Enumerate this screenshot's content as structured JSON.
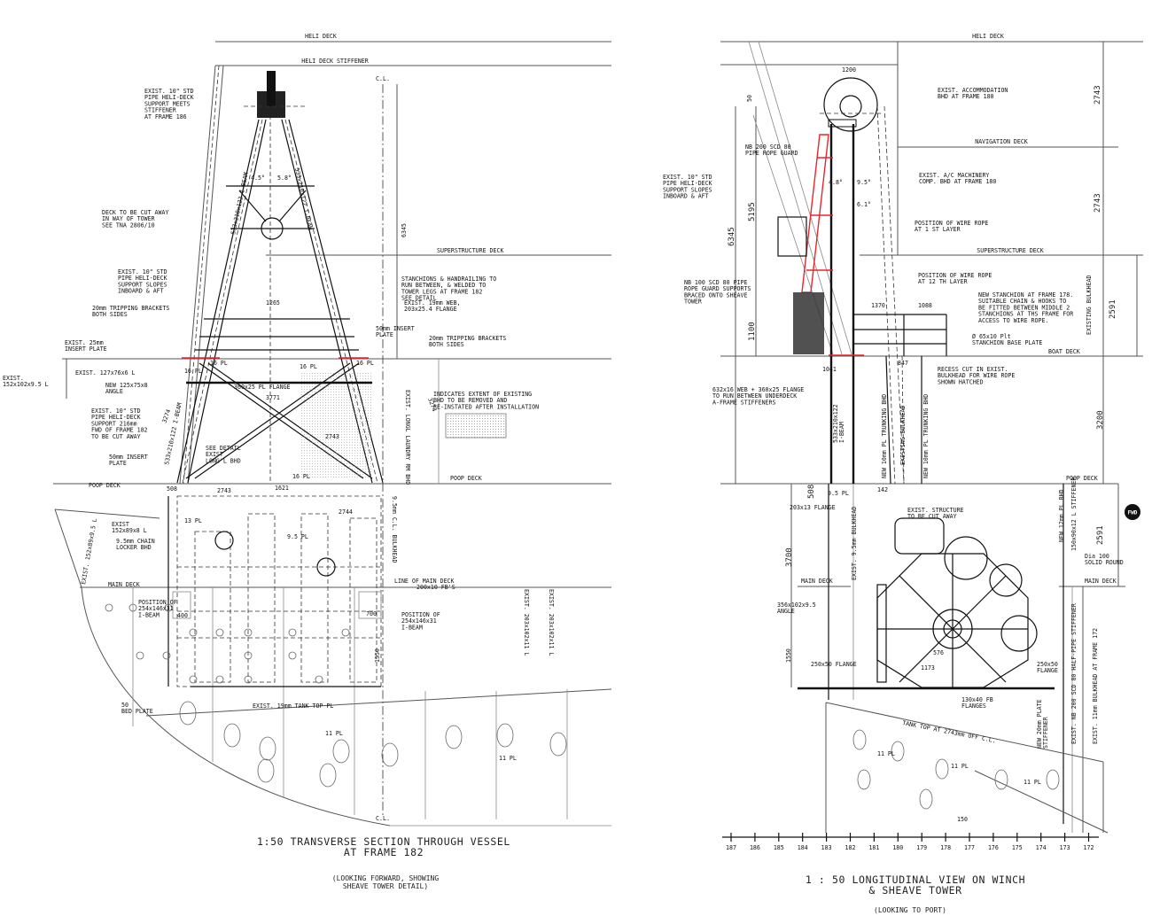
{
  "colors": {
    "line": "#555555",
    "ink": "#111111",
    "new_work": "#e8262b",
    "paper": "#ffffff"
  },
  "fwd_badge": "FWD",
  "frame_scale": [
    "187",
    "186",
    "185",
    "184",
    "183",
    "182",
    "181",
    "180",
    "179",
    "178",
    "177",
    "176",
    "175",
    "174",
    "173",
    "172"
  ],
  "labels": {
    "heli_deck_l": [
      "HELI DECK"
    ],
    "heli_deck_stiffener_l": [
      "HELI DECK STIFFENER"
    ],
    "cl_l": [
      "C.L."
    ],
    "cl_l_bottom": [
      "C.L."
    ],
    "pipe_meets_stiffener": [
      "EXIST. 10\" STD",
      "PIPE HELI-DECK",
      "SUPPORT MEETS",
      "STIFFENER",
      "AT FRAME 186"
    ],
    "deck_cut_away": [
      "DECK TO BE CUT AWAY",
      "IN WAY OF TOWER",
      "SEE TNA 2806/10"
    ],
    "pipe_slopes_l": [
      "EXIST. 10\" STD",
      "PIPE HELI-DECK",
      "SUPPORT SLOPES",
      "INBOARD & AFT"
    ],
    "tripping_l": [
      "20mm TRIPPING BRACKETS",
      "BOTH SIDES"
    ],
    "insert25": [
      "EXIST. 25mm",
      "INSERT PLATE"
    ],
    "exist152_l": [
      "EXIST.",
      "152x102x9.5 L"
    ],
    "exist127": [
      "EXIST. 127x76x6 L"
    ],
    "new125": [
      "NEW 125x75x8",
      "ANGLE"
    ],
    "pipe_cut_away": [
      "EXIST. 10\" STD",
      "PIPE HELI-DECK",
      "SUPPORT 216mm",
      "FWD OF FRAME 182",
      "TO BE CUT AWAY"
    ],
    "insert50_l": [
      "50mm INSERT",
      "PLATE"
    ],
    "stanchions": [
      "STANCHIONS & HANDRAILING TO",
      "RUN BETWEEN, & WELDED TO",
      "TOWER LEGS AT FRAME 182",
      "SEE DETAIL"
    ],
    "exist19": [
      "EXIST. 19mm WEB,",
      "203x25.4 FLANGE"
    ],
    "insert50_r": [
      "50mm INSERT",
      "PLATE"
    ],
    "tripping_r": [
      "20mm TRIPPING BRACKETS",
      "BOTH SIDES"
    ],
    "superstructure_l": [
      "SUPERSTRUCTURE DECK"
    ],
    "legend": [
      "INDICATES EXTENT OF EXISTING",
      "BHD TO BE REMOVED AND",
      "RE-INSTATED AFTER INSTALLATION"
    ],
    "poop_deck_l1": [
      "POOP DECK"
    ],
    "poop_deck_l2": [
      "POOP DECK"
    ],
    "exist152x89": [
      "EXIST",
      "152x89x8 L"
    ],
    "chain_locker": [
      "9.5mm CHAIN",
      "LOCKER BHD"
    ],
    "main_deck_l": [
      "MAIN DECK"
    ],
    "line_of_main_deck": [
      "LINE OF MAIN DECK"
    ],
    "position_ibeam_r": [
      "POSITION OF",
      "254x146x31",
      "I-BEAM"
    ],
    "position_ibeam_l": [
      "POSITION OF",
      "254x146x31",
      "I-BEAM"
    ],
    "bed_plate": [
      "50",
      "BED PLATE"
    ],
    "tank_top_pl": [
      "EXIST. 19mm TANK TOP PL"
    ],
    "hull_angle": [
      "EXIST. 152x89x9.5 L"
    ],
    "leg_left": [
      "533x210x122 I-BEAM"
    ],
    "leg_right": [
      "533x210x122 I-BEAM"
    ],
    "leg_left_low": [
      "533x210x122 I-BEAM"
    ],
    "laundry": [
      "EXIST. LONGL LAUNDRY RM BHD"
    ],
    "cl_bulkhead": [
      "9.5mm C.L. BULKHEAD"
    ],
    "exist203_a": [
      "EXIST. 203x102x11 L"
    ],
    "exist203_b": [
      "EXIST. 203x102x11 L"
    ],
    "flange360": [
      "360x25 PL FLANGE"
    ],
    "see_detail": [
      "SEE DETAIL",
      "EXIST",
      "LONG'L BHD"
    ],
    "d_1265": [
      "1265"
    ],
    "d_3771": [
      "3771"
    ],
    "d_2743a": [
      "2743"
    ],
    "d_2743b": [
      "2743"
    ],
    "d_1621": [
      "1621"
    ],
    "d_2744": [
      "2744"
    ],
    "d_700": [
      "700"
    ],
    "d_1550_l": [
      "1550"
    ],
    "d_6345_l": [
      "6345"
    ],
    "d_3274_l": [
      "3274"
    ],
    "d_3274_r": [
      "3274"
    ],
    "d_508_l": [
      "508"
    ],
    "d_2000": [
      "200x10 FB'S"
    ],
    "d_400": [
      "400"
    ],
    "a_45": [
      "4.5°"
    ],
    "a_58": [
      "5.8°"
    ],
    "pl16_a": [
      "16 PL"
    ],
    "pl16_b": [
      "16 PL"
    ],
    "pl16_c": [
      "16 PL"
    ],
    "pl16_d": [
      "16 PL"
    ],
    "pl16_e": [
      "16 PL"
    ],
    "pl13": [
      "13 PL"
    ],
    "pl95": [
      "9.5 PL"
    ],
    "pl11_a": [
      "11 PL"
    ],
    "pl11_b": [
      "11 PL"
    ],
    "title_l": [
      "1:50 TRANSVERSE SECTION THROUGH VESSEL",
      "AT FRAME 182"
    ],
    "subtitle_l": [
      "(LOOKING FORWARD, SHOWING",
      "SHEAVE TOWER DETAIL)"
    ],
    "heli_deck_r": [
      "HELI DECK"
    ],
    "d_1200": [
      "1200"
    ],
    "d_50": [
      "50"
    ],
    "accommodation": [
      "EXIST. ACCOMMODATION",
      "BHD AT FRAME 180"
    ],
    "navigation_deck": [
      "NAVIGATION DECK"
    ],
    "d_2743_r1": [
      "2743"
    ],
    "d_2743_r2": [
      "2743"
    ],
    "nb200": [
      "NB 200 SCD 80",
      "PIPE ROPE GUARD"
    ],
    "pipe_slopes_r": [
      "EXIST. 10\" STD",
      "PIPE HELI-DECK",
      "SUPPORT SLOPES",
      "INBOARD & AFT"
    ],
    "ac_machinery": [
      "EXIST. A/C MACHINERY",
      "COMP. BHD AT FRAME 180"
    ],
    "wire_rope_1": [
      "POSITION OF WIRE ROPE",
      "AT 1 ST LAYER"
    ],
    "superstructure_r": [
      "SUPERSTRUCTURE DECK"
    ],
    "a_48": [
      "4.8°"
    ],
    "a_95": [
      "9.5°"
    ],
    "a_61": [
      "6.1°"
    ],
    "d_5195": [
      "5195"
    ],
    "d_6345_r": [
      "6345"
    ],
    "d_1100": [
      "1100"
    ],
    "wire_rope_12": [
      "POSITION OF WIRE ROPE",
      "AT 12 TH LAYER"
    ],
    "nb100": [
      "NB 100 SCD 80 PIPE",
      "ROPE GUARD SUPPORTS",
      "BRACED ONTO SHEAVE",
      "TOWER"
    ],
    "new_stanchion": [
      "NEW STANCHION AT FRAME 178.",
      "SUITABLE CHAIN & HOOKS TO",
      "BE FITTED BETWEEN MIDDLE 2",
      "STANCHIONS AT THS FRAME FOR",
      "ACCESS TO WIRE ROPE."
    ],
    "d_2591_a": [
      "2591"
    ],
    "existing_bhd_r": [
      "EXISTING BULKHEAD"
    ],
    "base_plate": [
      "Ø 65x10 Plt",
      "STANCHION BASE PLATE"
    ],
    "boat_deck": [
      "BOAT DECK"
    ],
    "d_1041": [
      "1041"
    ],
    "d_847": [
      "847"
    ],
    "d_1370": [
      "1370"
    ],
    "d_1088": [
      "1088"
    ],
    "recess": [
      "RECESS CUT IN EXIST.",
      "BULKHEAD FOR WIRE ROPE",
      "SHOWN HATCHED"
    ],
    "flange632": [
      "632x16 WEB + 360x25 FLANGE",
      "TO RUN BETWEEN UNDERDECK",
      "A-FRAME STIFFENERS"
    ],
    "tower_ibeam": [
      "533x210x122",
      "I-BEAM"
    ],
    "trunking_1": [
      "NEW 10mm PL TRUNKING BHD"
    ],
    "existing_bhd_mid": [
      "EXISTING BULKHEAD"
    ],
    "trunking_2": [
      "NEW 10mm PL TRUNKING BHD"
    ],
    "d_3200": [
      "3200"
    ],
    "poop_deck_r": [
      "POOP DECK"
    ],
    "d_508_r": [
      "508"
    ],
    "pl95_r": [
      "9.5 PL"
    ],
    "d_142": [
      "142"
    ],
    "flange203": [
      "203x13 FLANGE"
    ],
    "cut_away_r": [
      "EXIST. STRUCTURE",
      "TO BE CUT AWAY"
    ],
    "bulkhead95": [
      "EXIST. 9.5mm BULKHEAD"
    ],
    "d_3700": [
      "3700"
    ],
    "new12_bhd": [
      "NEW 12mm PL BHD"
    ],
    "stiff150": [
      "150x90x12 L STIFFENER"
    ],
    "d_2591_b": [
      "2591"
    ],
    "dia100": [
      "Dia 100",
      "SOLID ROUND"
    ],
    "main_deck_r1": [
      "MAIN DECK"
    ],
    "main_deck_r2": [
      "MAIN DECK"
    ],
    "angle356": [
      "356x102x9.5",
      "ANGLE"
    ],
    "d_1550_r": [
      "1550"
    ],
    "flange250_l": [
      "250x50 FLANGE"
    ],
    "flange250_r": [
      "250x50",
      "FLANGE"
    ],
    "d_576": [
      "576"
    ],
    "d_1173": [
      "1173"
    ],
    "fb_flanges": [
      "130x40 FB",
      "FLANGES"
    ],
    "tank_top_r": [
      "TANK TOP AT 2743mm OFF C.L."
    ],
    "new20_stiff": [
      "NEW 20mm PLATE",
      "STIFFENER"
    ],
    "halfpipe": [
      "EXIST. NB 200 SCD 80 HALF-PIPE STIFFENER"
    ],
    "bhd172": [
      "EXIST. 11mm BULKHEAD AT FRAME 172"
    ],
    "pl11_r1": [
      "11 PL"
    ],
    "pl11_r2": [
      "11 PL"
    ],
    "pl11_r3": [
      "11 PL"
    ],
    "d_150": [
      "150"
    ],
    "title_r": [
      "1 : 50 LONGITUDINAL VIEW ON WINCH",
      "& SHEAVE TOWER"
    ],
    "subtitle_r": [
      "(LOOKING TO PORT)"
    ]
  }
}
